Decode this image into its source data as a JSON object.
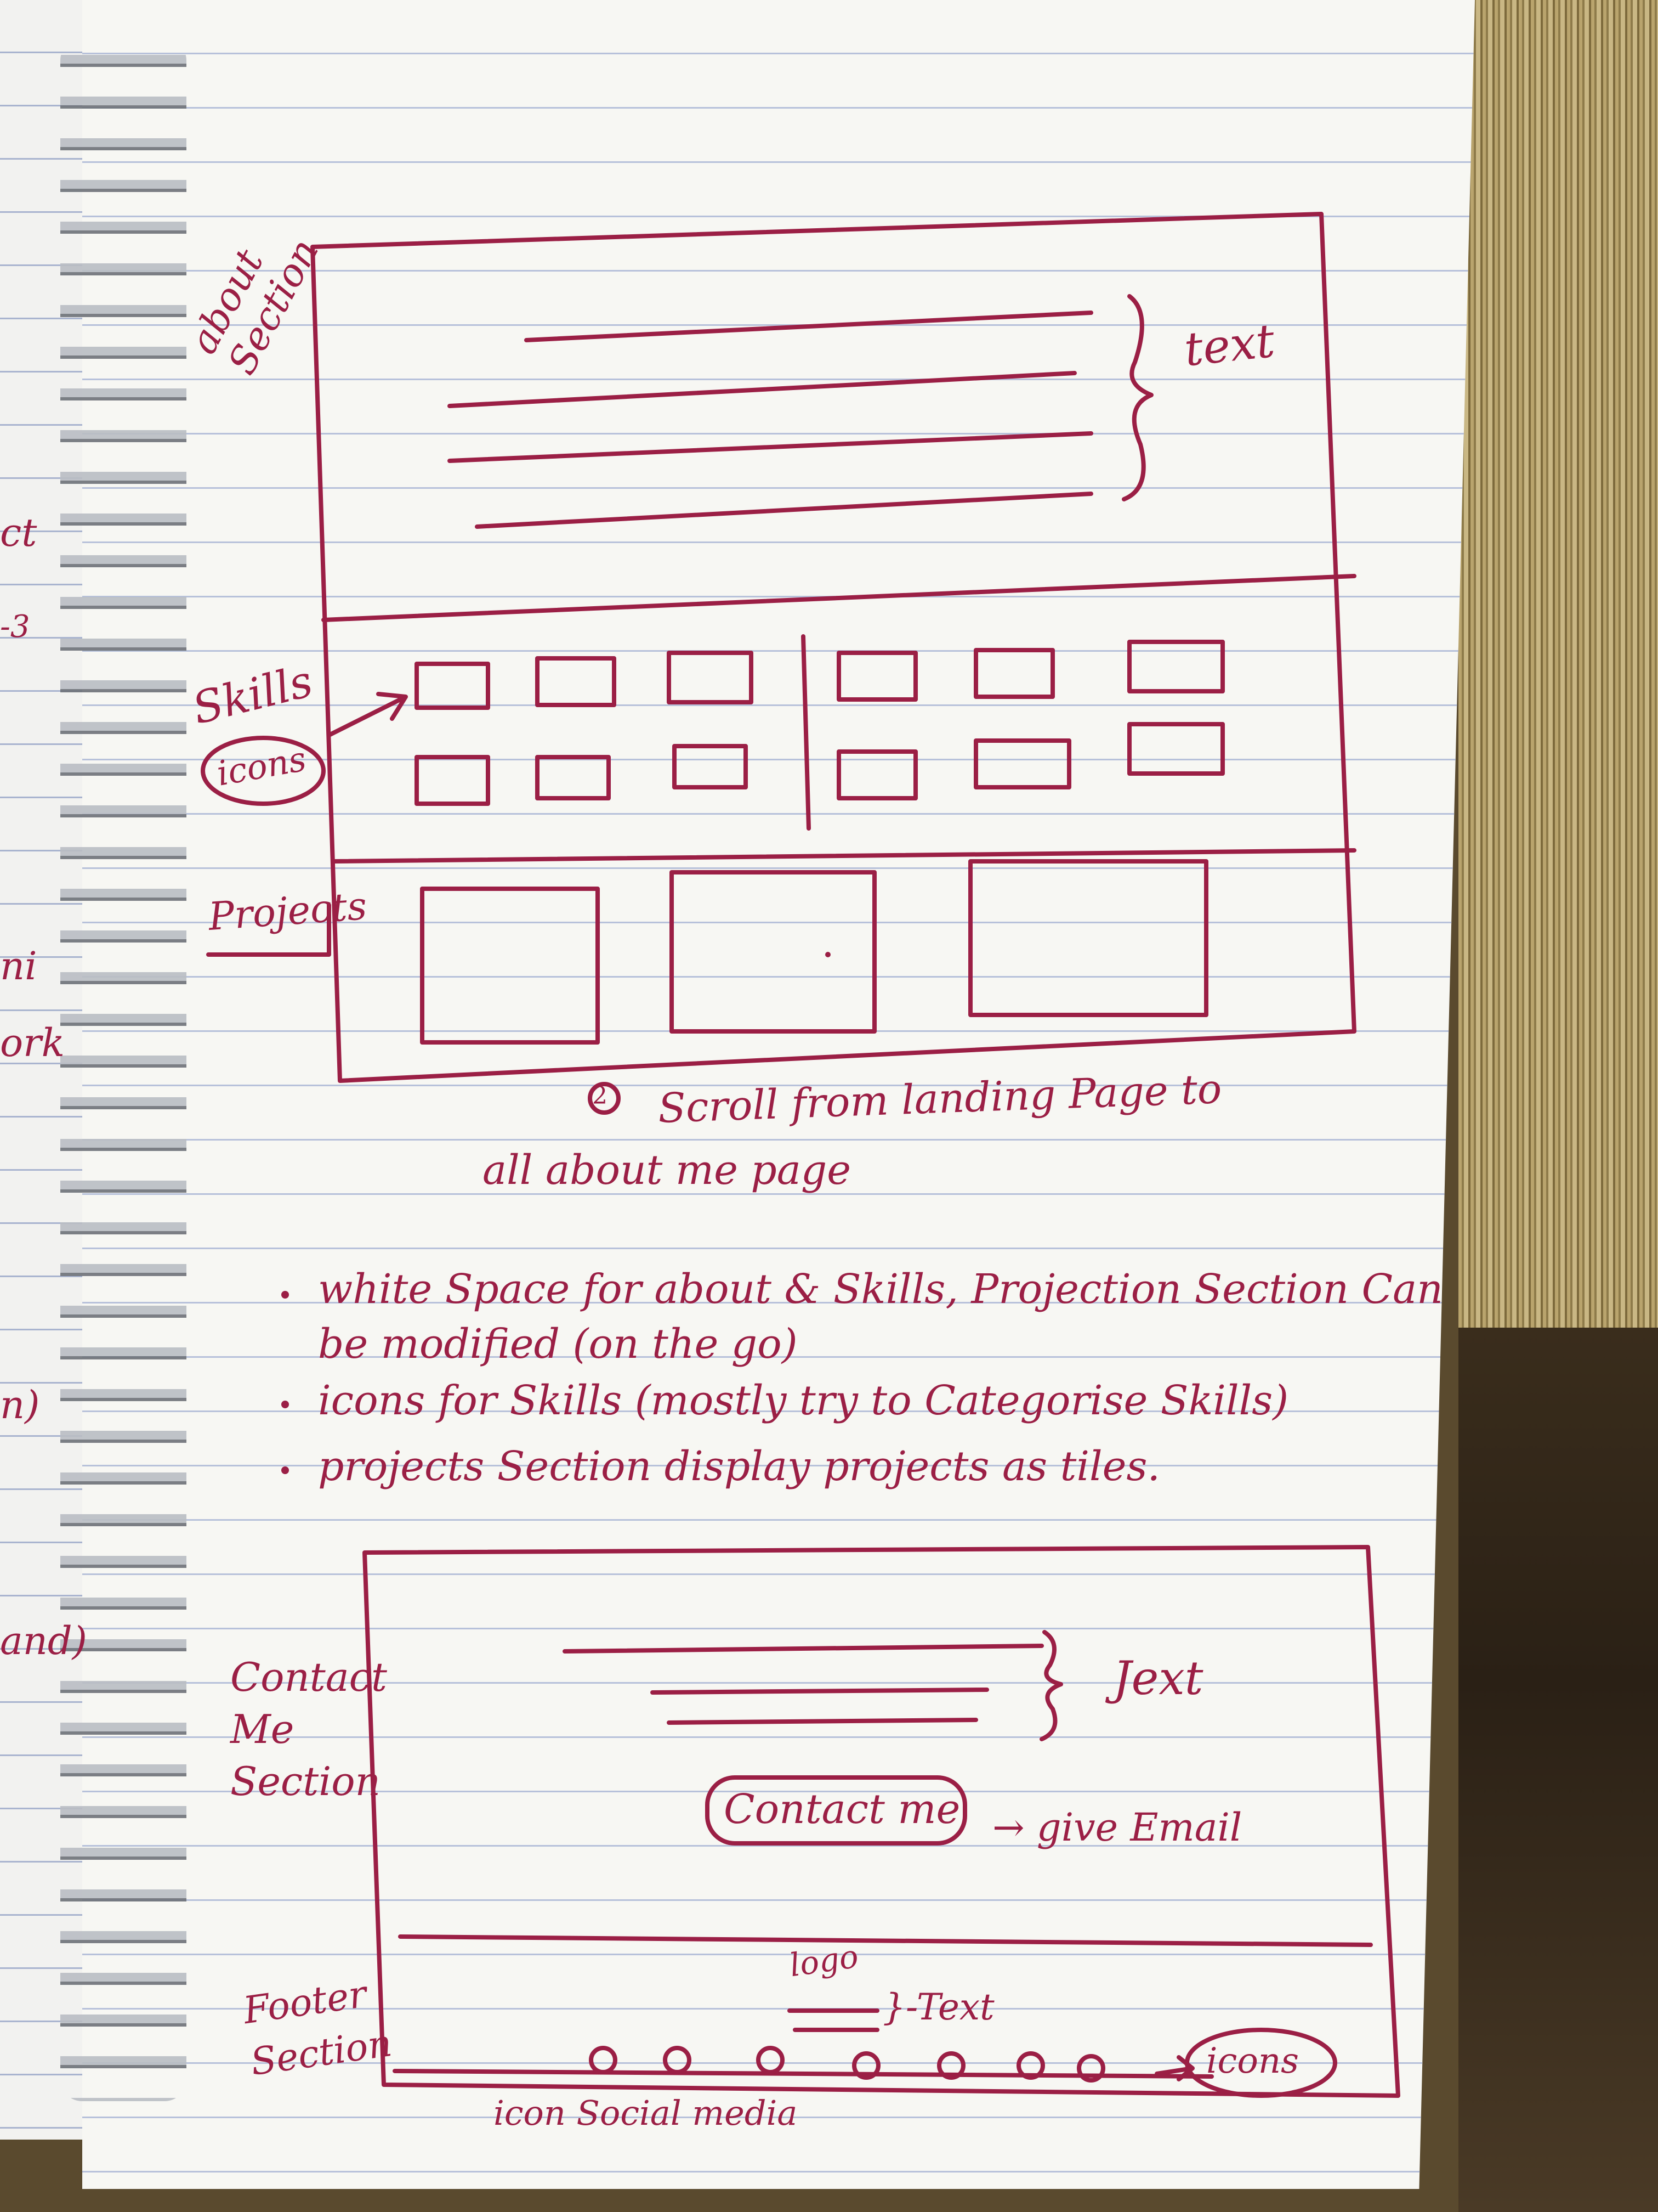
{
  "margin_scraps": [
    "ct",
    "-3",
    "ni",
    "ork",
    "n)",
    "and)"
  ],
  "labels": {
    "about_section": "about Section",
    "text_brace": "text",
    "skills": "Skills",
    "icons_circled": "icons",
    "projects": "Projects",
    "contact_me_section": "Contact Me Section",
    "text_brace_2": "Jext",
    "contact_button": "Contact me",
    "give_email": "→ give Email",
    "footer_section": "Footer Section",
    "logo": "logo",
    "footer_text": "}-Text",
    "footer_icons": "icons",
    "icon_social_media": "icon Social media"
  },
  "scroll_note": {
    "number": "2",
    "line1": "Scroll from landing Page to",
    "line2": "all about me page"
  },
  "bullets": [
    "white Space for about & Skills, Projection Section Can be modified (on the go)",
    "icons for Skills (mostly try to Categorise Skills)",
    "projects Section display projects as tiles."
  ],
  "colors": {
    "ink": "#9b1f45",
    "paper": "#f7f7f3",
    "rule": "#b7c1da"
  }
}
